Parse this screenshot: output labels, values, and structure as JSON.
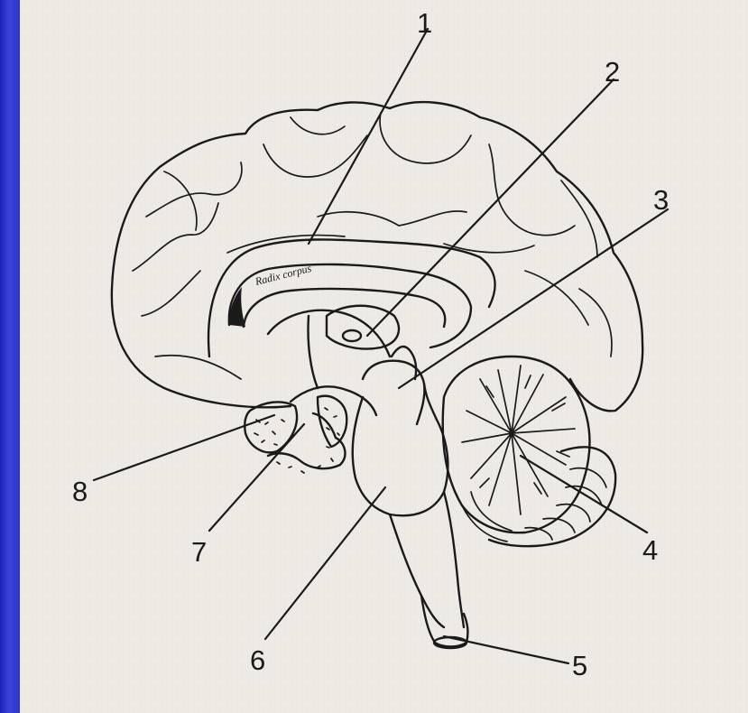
{
  "diagram": {
    "labels": [
      {
        "id": "1",
        "text": "1"
      },
      {
        "id": "2",
        "text": "2"
      },
      {
        "id": "3",
        "text": "3"
      },
      {
        "id": "4",
        "text": "4"
      },
      {
        "id": "5",
        "text": "5"
      },
      {
        "id": "6",
        "text": "6"
      },
      {
        "id": "7",
        "text": "7"
      },
      {
        "id": "8",
        "text": "8"
      }
    ],
    "annotation": "Radix corpus"
  },
  "colors": {
    "frame": "#2a33c8",
    "paper": "#ece9e4",
    "ink": "#1a1a1a"
  }
}
